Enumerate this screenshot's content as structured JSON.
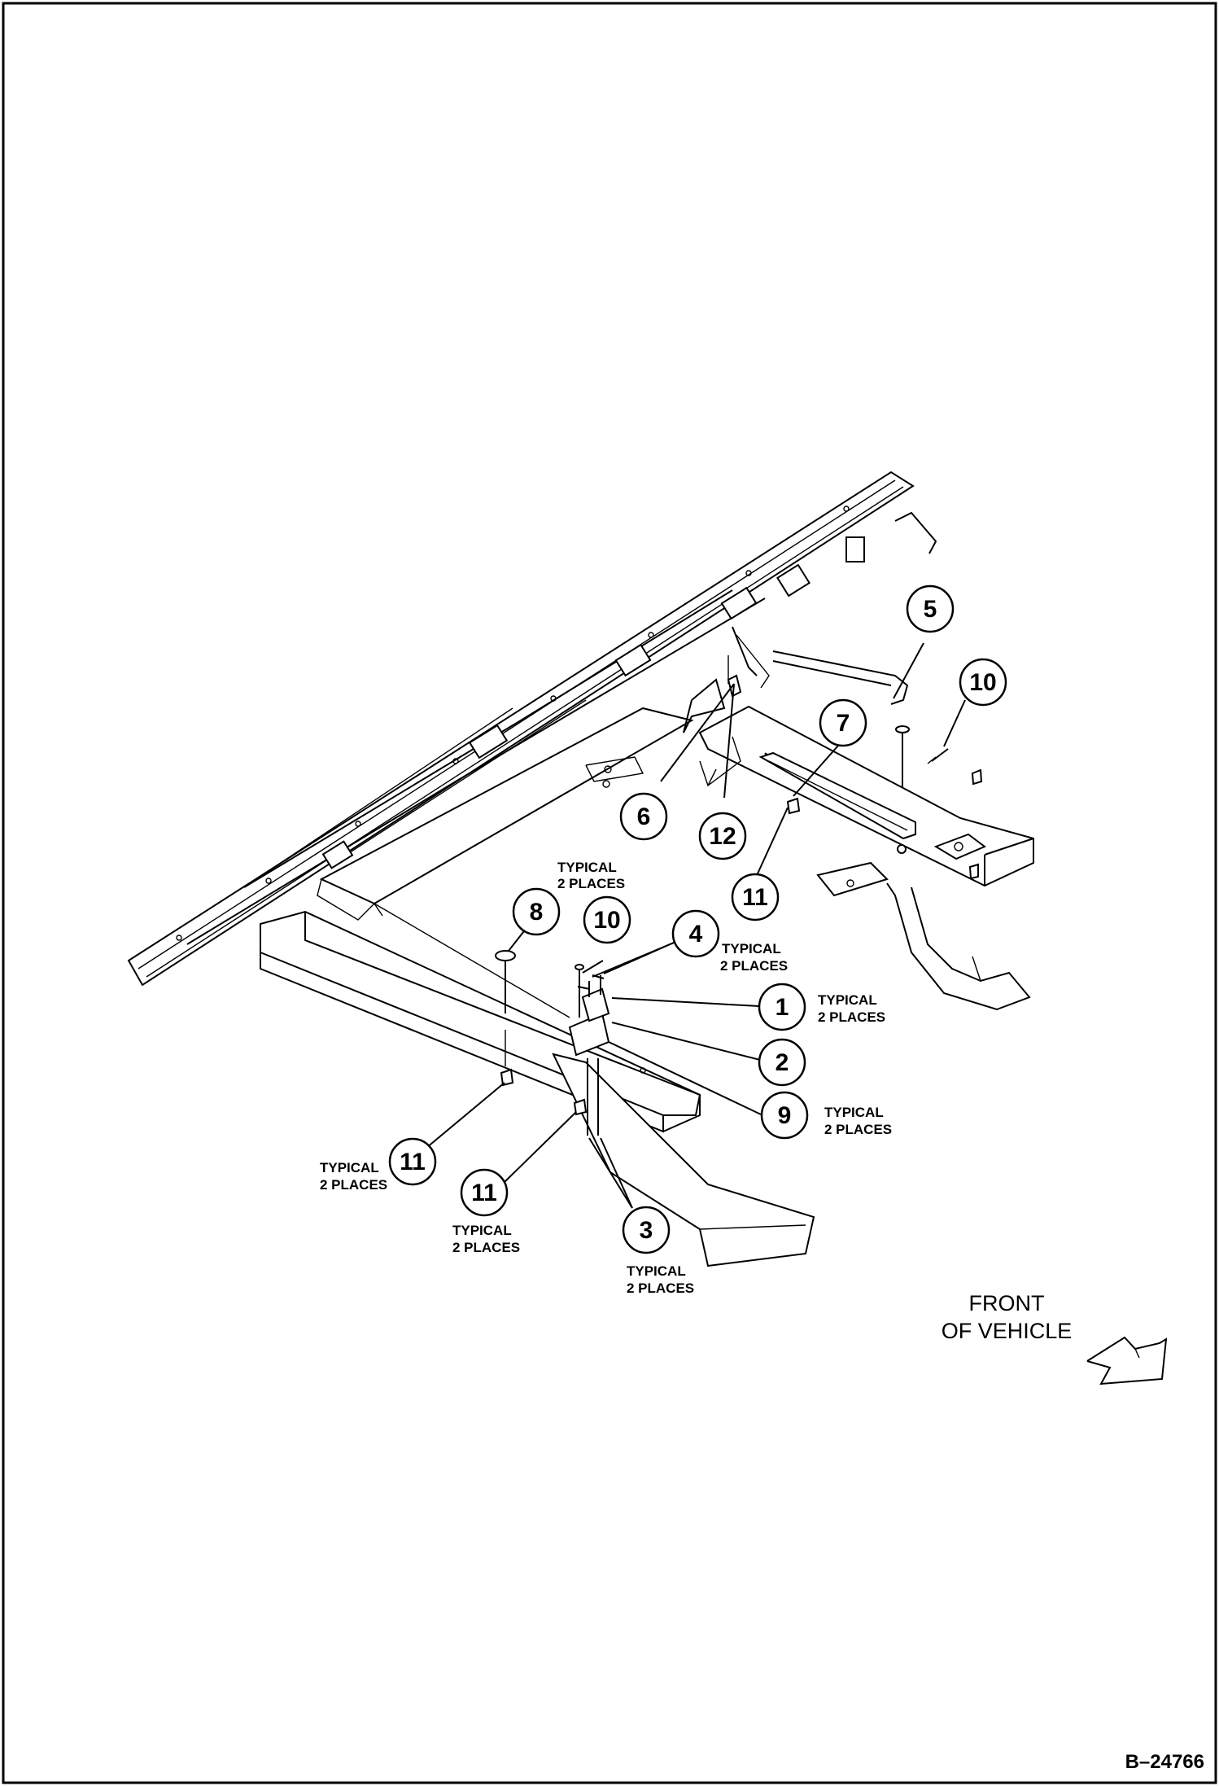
{
  "document_number": "B–24766",
  "orientation": {
    "line1": "FRONT",
    "line2": "OF VEHICLE",
    "arrow_icon": "direction-arrow-icon"
  },
  "callouts": [
    {
      "id": "c5",
      "number": "5"
    },
    {
      "id": "c10a",
      "number": "10"
    },
    {
      "id": "c7",
      "number": "7"
    },
    {
      "id": "c6",
      "number": "6"
    },
    {
      "id": "c12",
      "number": "12"
    },
    {
      "id": "c11a",
      "number": "11"
    },
    {
      "id": "c8",
      "number": "8"
    },
    {
      "id": "c10b",
      "number": "10"
    },
    {
      "id": "c4",
      "number": "4"
    },
    {
      "id": "c1",
      "number": "1"
    },
    {
      "id": "c2",
      "number": "2"
    },
    {
      "id": "c9",
      "number": "9"
    },
    {
      "id": "c11b",
      "number": "11"
    },
    {
      "id": "c11c",
      "number": "11"
    },
    {
      "id": "c3",
      "number": "3"
    }
  ],
  "notes": {
    "typical_line1": "TYPICAL",
    "typical_line2": "2 PLACES"
  }
}
